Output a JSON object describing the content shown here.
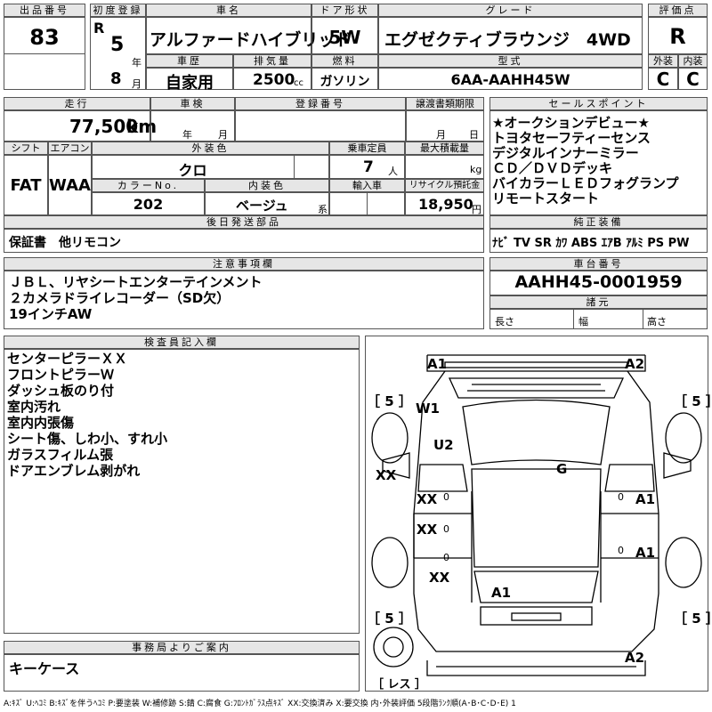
{
  "labels": {
    "lot_no": "出品番号",
    "first_reg": "初度登録",
    "car_name": "車名",
    "door": "ドア形状",
    "grade": "グレード",
    "score": "評価点",
    "history": "車歴",
    "displacement": "排気量",
    "fuel": "燃料",
    "model": "型式",
    "exterior": "外装",
    "interior": "内装",
    "mileage": "走行",
    "shaken": "車検",
    "reg_no": "登録番号",
    "transfer_deadline": "譲渡書類期限",
    "shift": "シフト",
    "aircon": "エアコン",
    "ext_color": "外装色",
    "capacity": "乗車定員",
    "max_load": "最大積載量",
    "color_no": "カラーNo.",
    "int_color": "内装色",
    "import": "輸入車",
    "recycle": "リサイクル預託金",
    "later_parts": "後日発送部品",
    "sales_points": "セールスポイント",
    "equipment": "純正装備",
    "cautions": "注意事項欄",
    "chassis_no": "車台番号",
    "dimensions": "諸元",
    "length": "長さ",
    "width": "幅",
    "height": "高さ",
    "inspector": "検査員記入欄",
    "office": "事務局よりご案内",
    "year_unit": "年",
    "month_unit": "月",
    "km_unit": "km",
    "cc_unit": "cc",
    "person_unit": "人",
    "kg_unit": "kg",
    "yen_unit": "円",
    "yen_shaken_year": "年",
    "yen_shaken_month": "月",
    "deadline_month": "月",
    "deadline_day": "日",
    "int_color_suffix": "系",
    "R_prefix": "R"
  },
  "vehicle": {
    "lot_no": "83",
    "first_reg_year": "5",
    "first_reg_month": "8",
    "car_name": "アルファードハイブリッド",
    "door": "5W",
    "grade": "エグゼクティブラウンジ　4WD",
    "score": "R",
    "history": "自家用",
    "displacement": "2500",
    "fuel": "ガソリン",
    "model": "6AA-AAHH45W",
    "exterior_grade": "C",
    "interior_grade": "C",
    "mileage": "77,500",
    "shift": "FAT",
    "aircon": "WAA",
    "ext_color": "クロ",
    "capacity": "7",
    "color_no": "202",
    "int_color": "ベージュ",
    "recycle": "18,950",
    "later_parts": "保証書　他リモコン",
    "chassis_no": "AAHH45-0001959"
  },
  "sales_points": [
    "★オークションデビュー★",
    "トヨタセーフティーセンス",
    "デジタルインナーミラー",
    "ＣＤ／ＤＶＤデッキ",
    "バイカラーＬＥＤフォグランプ",
    "リモートスタート"
  ],
  "equipment": "ﾅﾋﾞ TV SR ｶﾜ ABS ｴｱB ｱﾙﾐ PS PW",
  "cautions": [
    "ＪＢＬ、リヤシートエンターテインメント",
    "２カメラドライレコーダー（SD欠）",
    "19インチAW"
  ],
  "inspector_notes": [
    "センターピラーＸＸ",
    "フロントピラーＷ",
    "ダッシュ板のり付",
    "室内汚れ",
    "室内内張傷",
    "シート傷、しわ小、すれ小",
    "ガラスフィルム張",
    "ドアエンブレム剥がれ"
  ],
  "office_note": "キーケース",
  "diagram_marks": {
    "a1_front_left": "A1",
    "a2_front_right": "A2",
    "w1": "W1",
    "u2": "U2",
    "g": "G",
    "xx_left": "XX",
    "xx_door_front": "XX",
    "xx_door_rear": "XX",
    "xx_rear_quarter": "XX",
    "a1_right_front": "A1",
    "a1_right_rear": "A1",
    "a1_roof": "A1",
    "a2_rear": "A2",
    "tire_fl": "［ 5 ］",
    "tire_fr": "［ 5 ］",
    "tire_rl": "［ 5 ］",
    "tire_rr": "［ 5 ］",
    "spare": "［ レス ］",
    "zero": "0"
  },
  "legend": "A:ｷｽﾞ U:ﾍｺﾐ B:ｷｽﾞを伴うﾍｺﾐ P:要塗装 W:補修跡 S:錆 C:腐食 G:ﾌﾛﾝﾄｶﾞﾗｽ点ｷｽﾞ XX:交換済み X:要交換 内･外装評価 5段階ﾗﾝｸ順(A･B･C･D･E) 1"
}
